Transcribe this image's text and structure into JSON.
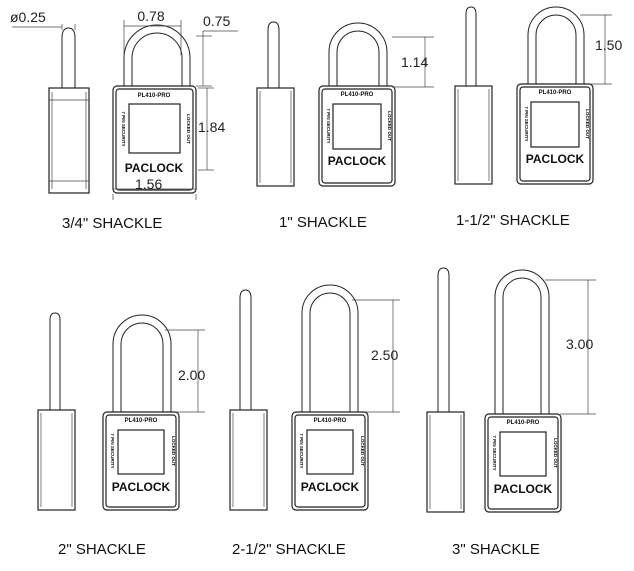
{
  "locks": [
    {
      "id": "lock-3-4",
      "caption": "3/4\" SHACKLE",
      "model": "PL410-PRO",
      "side_text_left": "7 PIN SECURITY",
      "side_text_right": "LOCKED OUT",
      "brand": "PACLOCK",
      "dims": {
        "diameter": "ø0.25",
        "shackle_width": "0.78",
        "inner_width": "0.75",
        "body_height": "1.84",
        "body_width": "1.56"
      }
    },
    {
      "id": "lock-1",
      "caption": "1\" SHACKLE",
      "model": "PL410-PRO",
      "side_text_left": "7 PIN SECURITY",
      "side_text_right": "LOCKED OUT",
      "brand": "PACLOCK",
      "dims": {
        "clearance": "1.14"
      }
    },
    {
      "id": "lock-1-1-2",
      "caption": "1-1/2\" SHACKLE",
      "model": "PL410-PRO",
      "side_text_left": "7 PIN SECURITY",
      "side_text_right": "LOCKED OUT",
      "brand": "PACLOCK",
      "dims": {
        "clearance": "1.50"
      }
    },
    {
      "id": "lock-2",
      "caption": "2\" SHACKLE",
      "model": "PL410-PRO",
      "side_text_left": "7 PIN SECURITY",
      "side_text_right": "LOCKED OUT",
      "brand": "PACLOCK",
      "dims": {
        "clearance": "2.00"
      }
    },
    {
      "id": "lock-2-1-2",
      "caption": "2-1/2\" SHACKLE",
      "model": "PL410-PRO",
      "side_text_left": "7 PIN SECURITY",
      "side_text_right": "LOCKED OUT",
      "brand": "PACLOCK",
      "dims": {
        "clearance": "2.50"
      }
    },
    {
      "id": "lock-3",
      "caption": "3\" SHACKLE",
      "model": "PL410-PRO",
      "side_text_left": "7 PIN SECURITY",
      "side_text_right": "LOCKED OUT",
      "brand": "PACLOCK",
      "dims": {
        "clearance": "3.00"
      }
    }
  ]
}
